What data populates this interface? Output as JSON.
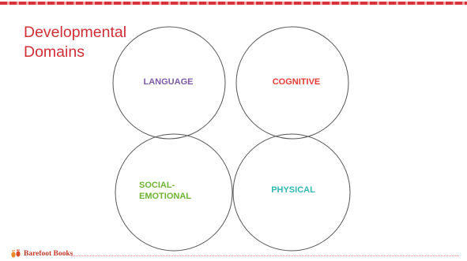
{
  "slide": {
    "title": "Developmental\nDomains"
  },
  "diagram": {
    "domains": [
      {
        "label": "LANGUAGE",
        "color": "#7d5aa6"
      },
      {
        "label": "COGNITIVE",
        "color": "#e63b36"
      },
      {
        "label": "SOCIAL-\nEMOTIONAL",
        "color": "#6eb334"
      },
      {
        "label": "PHYSICAL",
        "color": "#2fb8b3"
      }
    ],
    "circle_stroke": "#555555"
  },
  "footer": {
    "brand": "Barefoot Books",
    "logo_icon": "footprints-icon",
    "accent": "#c53a2a"
  },
  "colors": {
    "title": "#d12e35",
    "stripe": "#d9333a"
  }
}
